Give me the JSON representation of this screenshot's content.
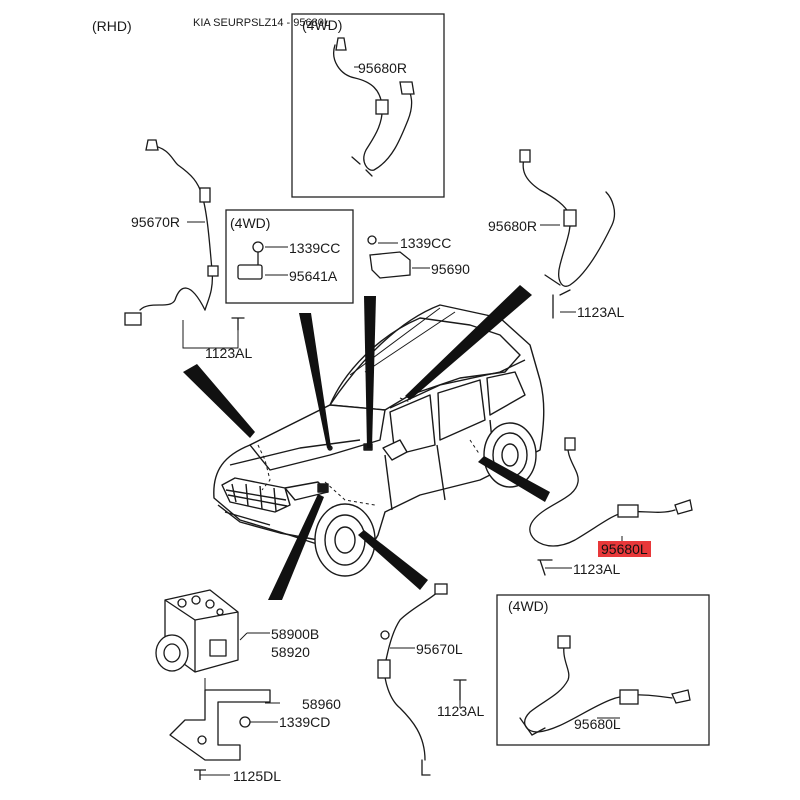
{
  "header": {
    "variant": "(RHD)",
    "model": "KIA SEURPSLZ14 - 95680L"
  },
  "colors": {
    "highlight": "#e8383a",
    "line": "#1a1a1a"
  },
  "boxes": {
    "top_4wd": "(4WD)",
    "mid_4wd": "(4WD)",
    "bottom_4wd": "(4WD)"
  },
  "parts": {
    "p95680R_top": "95680R",
    "p95670R": "95670R",
    "p1339CC_a": "1339CC",
    "p95641A": "95641A",
    "p1339CC_b": "1339CC",
    "p95690": "95690",
    "p95680R_right": "95680R",
    "p1123AL_right": "1123AL",
    "p1123AL_left": "1123AL",
    "p95680L_highlight": "95680L",
    "p1123AL_rear": "1123AL",
    "p58900B": "58900B",
    "p58920": "58920",
    "p58960": "58960",
    "p1339CD": "1339CD",
    "p1125DL": "1125DL",
    "p95670L": "95670L",
    "p1123AL_front": "1123AL",
    "p95680L_box": "95680L"
  }
}
